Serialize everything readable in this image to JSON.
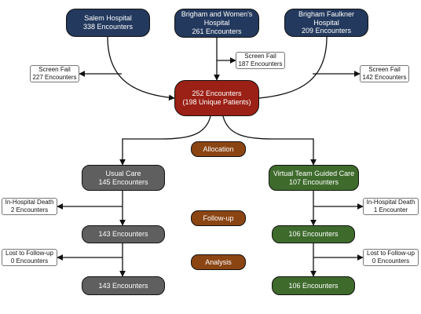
{
  "hospitals": [
    {
      "name": "Salem Hospital",
      "encounters": "338 Encounters"
    },
    {
      "name": "Brigham and Women's Hospital",
      "encounters": "261 Encounters"
    },
    {
      "name": "Brigham Faulkner Hospital",
      "encounters": "209 Encounters"
    }
  ],
  "screen_fails": [
    {
      "label": "Screen Fail",
      "encounters": "227 Encounters"
    },
    {
      "label": "Screen Fail",
      "encounters": "187 Encounters"
    },
    {
      "label": "Screen Fail",
      "encounters": "142 Encounters"
    }
  ],
  "combined": {
    "line1": "252 Encounters",
    "line2": "(198 Unique Patients)"
  },
  "phases": {
    "allocation": "Allocation",
    "followup": "Follow-up",
    "analysis": "Analysis"
  },
  "usual_care": {
    "title": "Usual Care",
    "encounters": "145 Encounters",
    "death": {
      "label": "In-Hospital Death",
      "encounters": "2 Encounters"
    },
    "after_death": "143 Encounters",
    "lost": {
      "label": "Lost to Follow-up",
      "encounters": "0 Encounters"
    },
    "analyzed": "143 Encounters"
  },
  "virtual_care": {
    "title": "Virtual Team Guided Care",
    "encounters": "107 Encounters",
    "death": {
      "label": "In-Hospital Death",
      "encounters": "1 Encounter"
    },
    "after_death": "106 Encounters",
    "lost": {
      "label": "Lost to Follow-up",
      "encounters": "0 Encounters"
    },
    "analyzed": "106 Encounters"
  },
  "colors": {
    "hospital": "#23395d",
    "combined": "#9b2015",
    "phase": "#8b4513",
    "usual_care": "#5f5f5f",
    "virtual_care": "#3e6b2c"
  }
}
